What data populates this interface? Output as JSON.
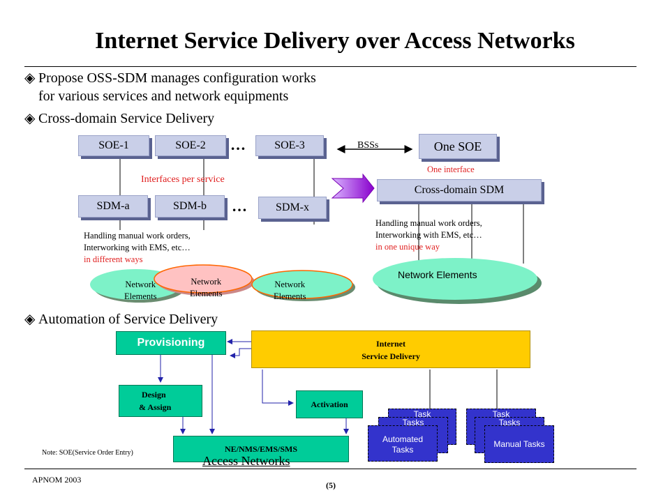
{
  "title": "Internet Service Delivery over Access Networks",
  "bullets": {
    "b1_line1": "Propose OSS-SDM manages configuration works",
    "b1_line2": "for various services and network equipments",
    "b2": "Cross-domain Service Delivery",
    "b3": "Automation of Service Delivery"
  },
  "left_diagram": {
    "soe": [
      "SOE-1",
      "SOE-2",
      "SOE-3"
    ],
    "sdm": [
      "SDM-a",
      "SDM-b",
      "SDM-x"
    ],
    "ellipsis": "…",
    "interfaces_label": "Interfaces per service",
    "handling_line1": "Handling manual work orders,",
    "handling_line2": "Interworking with EMS, etc…",
    "handling_line3": "in different ways",
    "clouds": [
      {
        "line1": "Network",
        "line2": "Elements"
      },
      {
        "line1": "Network",
        "line2": "Elements"
      },
      {
        "line1": "Network",
        "line2": "Elements"
      }
    ]
  },
  "right_diagram": {
    "bsss": "BSSs",
    "one_soe": "One SOE",
    "one_interface": "One interface",
    "cross_sdm": "Cross-domain SDM",
    "handling_line1": "Handling manual work orders,",
    "handling_line2": "Interworking with EMS, etc…",
    "handling_line3": "in one unique way",
    "cloud": "Network Elements"
  },
  "flow": {
    "provisioning": "Provisioning",
    "isd_line1": "Internet",
    "isd_line2": "Service Delivery",
    "design_line1": "Design",
    "design_line2": "& Assign",
    "activation": "Activation",
    "ne": "NE/NMS/EMS/SMS",
    "access": "Access Networks",
    "task_back": "Task",
    "tasks_back": "Tasks",
    "automated_line1": "Automated",
    "automated_line2": "Tasks",
    "manual": "Manual Tasks"
  },
  "note": "Note: SOE(Service Order Entry)",
  "footer": {
    "conf": "APNOM 2003",
    "page": "(5)"
  },
  "colors": {
    "provisioning": "#00cc99",
    "isd": "#ffcc00",
    "tasks": "#3333cc",
    "sdm_box": "#c9cfe8",
    "red_text": "#e02020"
  }
}
